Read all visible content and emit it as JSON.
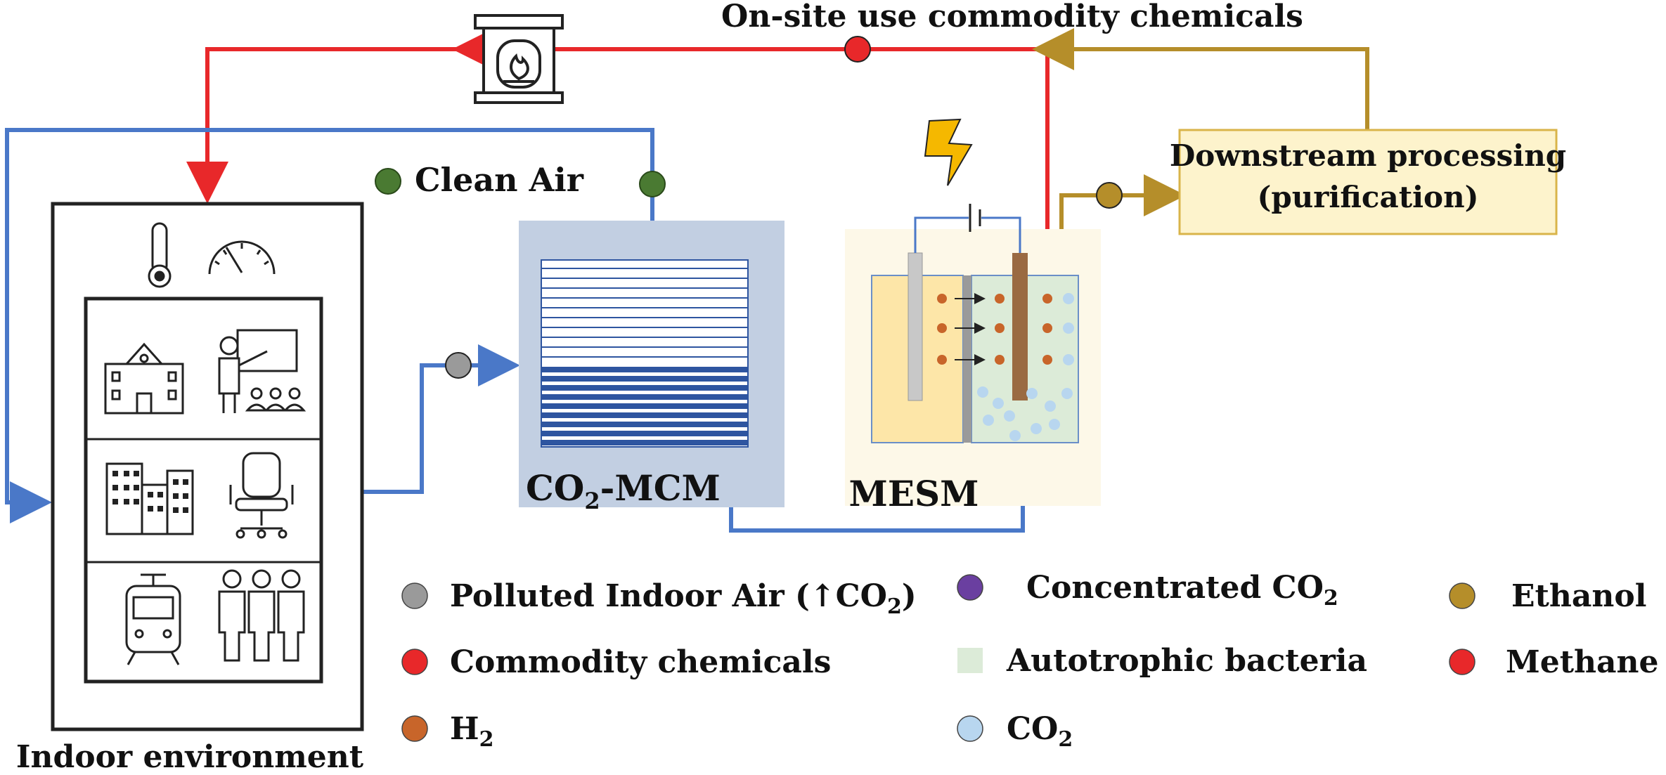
{
  "title": "On-site use commodity chemicals",
  "labels": {
    "clean_air": "Clean Air",
    "downstream_line1": "Downstream processing",
    "downstream_line2": "(purification)",
    "co2_mcm_prefix": "CO",
    "co2_mcm_sub": "2",
    "co2_mcm_suffix": "-MCM",
    "mesm": "MESM",
    "indoor_environment": "Indoor environment"
  },
  "legend": [
    {
      "key": "polluted",
      "text_main": "Polluted Indoor Air (↑CO",
      "sub": "2",
      "text_after": ")",
      "color": "#9a9a9a",
      "shape": "circle"
    },
    {
      "key": "concentrated",
      "text_main": "Concentrated CO",
      "sub": "2",
      "text_after": "",
      "color": "#6a3fa0",
      "shape": "circle"
    },
    {
      "key": "ethanol",
      "text_main": "Ethanol",
      "sub": "",
      "text_after": "",
      "color": "#b58e2a",
      "shape": "circle"
    },
    {
      "key": "commodity",
      "text_main": "Commodity chemicals",
      "sub": "",
      "text_after": "",
      "color": "#e8282a",
      "shape": "circle"
    },
    {
      "key": "bacteria",
      "text_main": "Autotrophic bacteria",
      "sub": "",
      "text_after": "",
      "color": "#dcebd8",
      "shape": "square"
    },
    {
      "key": "methane",
      "text_main": "Methane",
      "sub": "",
      "text_after": "",
      "color": "#e8282a",
      "shape": "circle"
    },
    {
      "key": "h2",
      "text_main": "H",
      "sub": "2",
      "text_after": "",
      "color": "#c8652a",
      "shape": "circle"
    },
    {
      "key": "co2",
      "text_main": "CO",
      "sub": "2",
      "text_after": "",
      "color": "#b8d6ef",
      "shape": "circle"
    }
  ],
  "colors": {
    "blue_line": "#4a78c8",
    "red_line": "#e8282a",
    "gold_line": "#b58e2a",
    "green_dot": "#4a7a32",
    "gray_dot": "#9a9a9a",
    "mcm_bg": "#c2cfe2",
    "mcm_dark": "#2e55a0",
    "mesm_bg": "#fdf8e8",
    "anode_fill": "#fde6a8",
    "bacteria_fill": "#dcebd8",
    "electrode_gray": "#c8c8c8",
    "electrode_brown": "#9a6a42",
    "downstream_fill": "#fdf3cc",
    "downstream_border": "#d9b44a",
    "bolt": "#f5b800"
  },
  "icons": [
    "fireplace-icon",
    "thermometer-icon",
    "gauge-icon",
    "school-icon",
    "teacher-icon",
    "office-buildings-icon",
    "office-chair-icon",
    "train-icon",
    "people-icon",
    "lightning-icon",
    "battery-icon"
  ]
}
